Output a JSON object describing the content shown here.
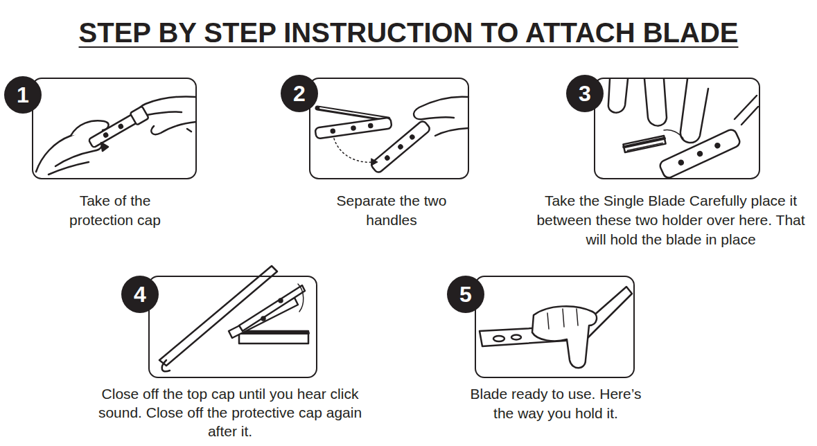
{
  "diagram": {
    "title": "STEP BY STEP INSTRUCTION TO ATTACH BLADE",
    "nodes": [
      {
        "text": [
          "Take of the protection cap"
        ]
      },
      {
        "text": [
          "1"
        ],
        "in": 0
      },
      {
        "text": [
          "Separate the two handles"
        ]
      },
      {
        "text": [
          "2"
        ],
        "in": 2
      },
      {
        "text": [
          "Take the Single Blade Carefully place it between these two holder over here.  That will hold the blade in place"
        ]
      },
      {
        "text": [
          "3"
        ],
        "in": 4
      },
      {
        "text": [
          "Close off the top cap until you hear click sound.  Close off the protective cap again after it."
        ]
      },
      {
        "text": [
          "4"
        ],
        "in": 6
      },
      {
        "text": [
          "Blade ready to use. Here’s the way you hold it."
        ]
      },
      {
        "text": [
          "5"
        ],
        "in": 8
      }
    ]
  }
}
